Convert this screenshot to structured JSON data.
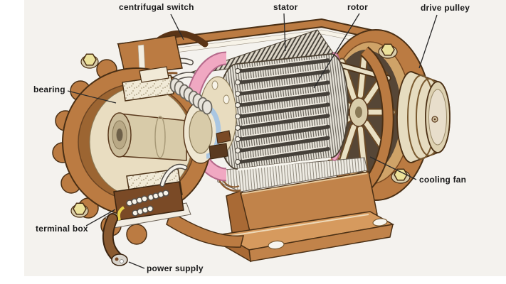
{
  "figure": {
    "type": "labeled-cutaway-diagram",
    "subject": "Cutaway illustration of an electric induction motor with labeled parts"
  },
  "labels": {
    "centrifugal_switch": "centrifugal switch",
    "stator": "stator",
    "rotor": "rotor",
    "drive_pulley": "drive pulley",
    "bearing": "bearing",
    "cooling_fan": "cooling fan",
    "terminal_box": "terminal box",
    "power_supply": "power supply"
  },
  "colors": {
    "background": "#f4f2ee",
    "casing_brown": "#bb7b42",
    "casing_brown_light": "#d69a5e",
    "casing_brown_dark": "#9c6532",
    "outline_brown": "#4a2f14",
    "stator_ring_pink": "#f0a8c2",
    "cream": "#e9dfc2",
    "bearing_speckle": "#f1ead7",
    "bolt_yellow": "#ece29b",
    "switch_blue": "#a9c6e2",
    "hatch_dark": "#46413a",
    "label_text": "#1b1b1b",
    "leader_line": "#2a2a2a"
  }
}
